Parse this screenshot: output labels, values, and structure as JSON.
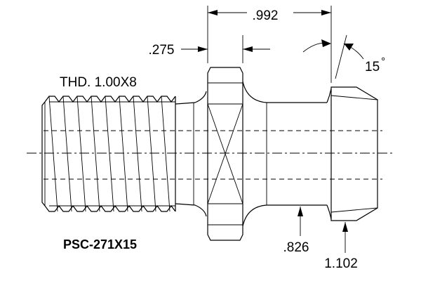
{
  "drawing": {
    "part_number": "PSC-271X15",
    "thread_callout": "THD. 1.00X8",
    "dim_length": ".992",
    "dim_flange_width": ".275",
    "dim_angle_value": "15",
    "dim_angle_unit": "°",
    "dim_neck_diameter": ".826",
    "dim_head_diameter": "1.102"
  }
}
